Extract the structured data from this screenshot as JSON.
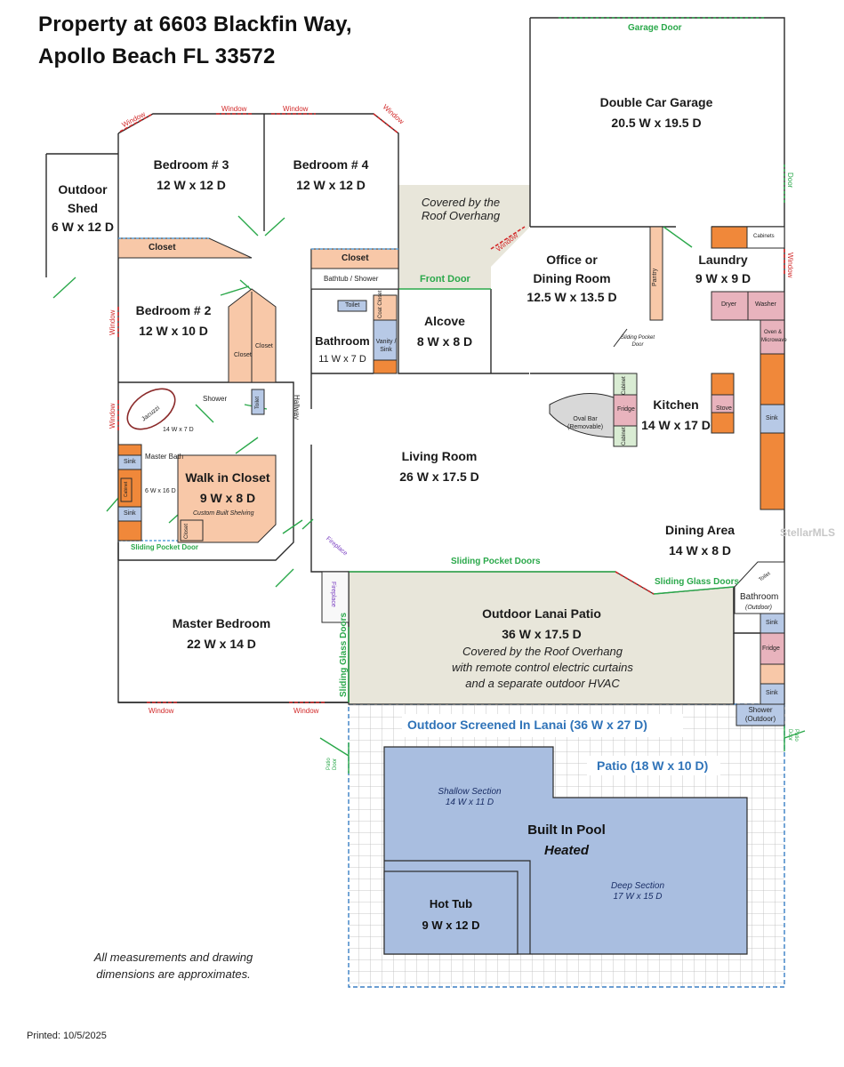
{
  "title": {
    "line1": "Property at 6603 Blackfin Way,",
    "line2": "Apollo Beach FL 33572"
  },
  "rooms": {
    "outdoor_shed": {
      "name1": "Outdoor",
      "name2": "Shed",
      "dim": "6 W x 12 D"
    },
    "bedroom3": {
      "name": "Bedroom # 3",
      "dim": "12 W x 12 D"
    },
    "bedroom4": {
      "name": "Bedroom # 4",
      "dim": "12 W x 12 D"
    },
    "garage": {
      "name": "Double Car Garage",
      "dim": "20.5 W x 19.5 D"
    },
    "covered": {
      "line1": "Covered by the",
      "line2": "Roof Overhang"
    },
    "office": {
      "name1": "Office or",
      "name2": "Dining Room",
      "dim": "12.5 W x 13.5 D"
    },
    "laundry": {
      "name": "Laundry",
      "dim": "9 W x 9 D"
    },
    "bedroom2": {
      "name": "Bedroom # 2",
      "dim": "12 W x 10 D"
    },
    "alcove": {
      "name": "Alcove",
      "dim": "8 W x 8 D"
    },
    "bathroom": {
      "name": "Bathroom",
      "dim": "11 W x 7 D"
    },
    "kitchen": {
      "name": "Kitchen",
      "dim": "14 W x 17 D"
    },
    "living": {
      "name": "Living Room",
      "dim": "26 W x 17.5 D"
    },
    "walkin": {
      "name": "Walk in Closet",
      "dim": "9 W x 8 D"
    },
    "dining": {
      "name": "Dining Area",
      "dim": "14 W x 8 D"
    },
    "master": {
      "name": "Master Bedroom",
      "dim": "22 W x 14 D"
    },
    "lanai": {
      "name": "Outdoor Lanai Patio",
      "dim": "36 W x 17.5 D",
      "note1": "Covered by the Roof Overhang",
      "note2": "with remote control electric curtains",
      "note3": "and a separate outdoor HVAC"
    },
    "screened": {
      "name": "Outdoor Screened In Lanai  (36 W x 27 D)"
    },
    "patio": {
      "name": "Patio  (18 W x 10 D)"
    },
    "pool": {
      "name": "Built In Pool",
      "sub": "Heated",
      "shallow": "Shallow Section",
      "shallow_dim": "14 W x 11 D",
      "deep": "Deep Section",
      "deep_dim": "17 W x 15 D"
    },
    "hottub": {
      "name": "Hot Tub",
      "dim": "9 W x 12 D"
    }
  },
  "labels": {
    "window": "Window",
    "garage_door": "Garage Door",
    "door": "Door",
    "closet": "Closet",
    "bathtub": "Bathtub / Shower",
    "front_door": "Front Door",
    "toilet": "Toilet",
    "coat_closet": "Coat Closet",
    "vanity": "Vanity / Sink",
    "pantry": "Pantry",
    "cabinets": "Cabinets",
    "dryer": "Dryer",
    "washer": "Washer",
    "oven": "Oven & Microwave",
    "sink": "Sink",
    "stove": "Stove",
    "fridge": "Fridge",
    "cabinet": "Cabinet",
    "oval_bar1": "Oval Bar",
    "oval_bar2": "(Removable)",
    "sliding_pocket": "Sliding Pocket Door",
    "shower": "Shower",
    "jacuzzi": "Jacuzzi",
    "master_bath_dim": "14 W x 7 D",
    "master_bath": "Master Bath",
    "cabinet_mb": "Cabinet",
    "master_bath_dim2": "6 W x 16 D",
    "custom_shelving": "Custom Built Shelving",
    "hallway": "Hallway",
    "fireplace": "Fireplace",
    "sliding_pocket_doors": "Sliding Pocket Doors",
    "sliding_glass_doors": "Sliding Glass Doors",
    "bathroom_outdoor": "Bathroom",
    "outdoor": "(Outdoor)",
    "shower_outdoor": "Shower (Outdoor)",
    "patio_door": "Patio Door",
    "watermark": "StellarMLS"
  },
  "footer": {
    "disclaimer1": "All measurements and drawing",
    "disclaimer2": "dimensions are approximates.",
    "printed": "Printed: 10/5/2025"
  },
  "colors": {
    "wall": "#2b2b2b",
    "window": "#d22a2a",
    "door": "#2aa84a",
    "closet_fill": "#f8c8a8",
    "orange": "#f0883a",
    "pink": "#e8b3bd",
    "bluegray": "#b7c9e6",
    "lanai": "#e8e6da",
    "pool": "#a9bee0",
    "screen_blue": "#3a7fc4"
  }
}
